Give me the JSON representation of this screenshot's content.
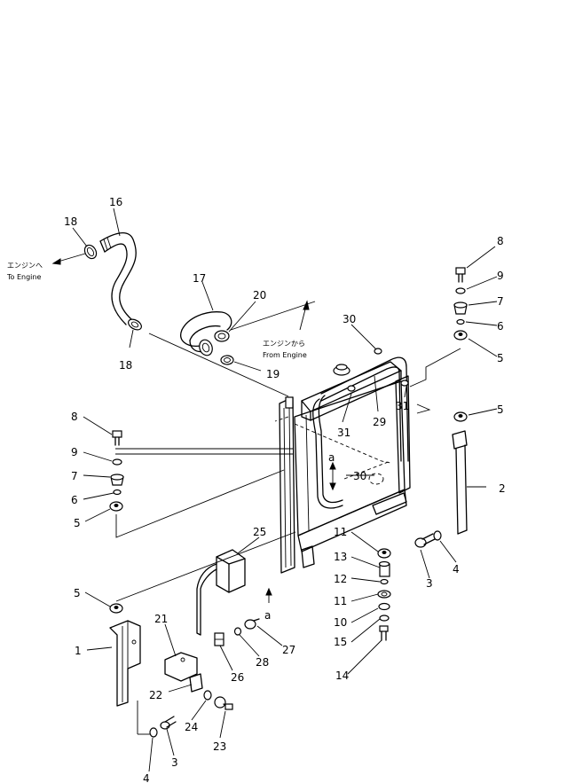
{
  "parts": [
    {
      "id": "p16",
      "text": "16"
    },
    {
      "id": "p18a",
      "text": "18"
    },
    {
      "id": "p18b",
      "text": "18"
    },
    {
      "id": "p17",
      "text": "17"
    },
    {
      "id": "p20",
      "text": "20"
    },
    {
      "id": "p19",
      "text": "19"
    },
    {
      "id": "p30a",
      "text": "30"
    },
    {
      "id": "p31a",
      "text": "31"
    },
    {
      "id": "p29",
      "text": "29"
    },
    {
      "id": "p31b",
      "text": "31"
    },
    {
      "id": "p30b",
      "text": "30"
    },
    {
      "id": "p8r",
      "text": "8"
    },
    {
      "id": "p9r",
      "text": "9"
    },
    {
      "id": "p7r",
      "text": "7"
    },
    {
      "id": "p6r",
      "text": "6"
    },
    {
      "id": "p5r1",
      "text": "5"
    },
    {
      "id": "p5r2",
      "text": "5"
    },
    {
      "id": "p2",
      "text": "2"
    },
    {
      "id": "p4r",
      "text": "4"
    },
    {
      "id": "p3r",
      "text": "3"
    },
    {
      "id": "p8l",
      "text": "8"
    },
    {
      "id": "p9l",
      "text": "9"
    },
    {
      "id": "p7l",
      "text": "7"
    },
    {
      "id": "p6l",
      "text": "6"
    },
    {
      "id": "p5l1",
      "text": "5"
    },
    {
      "id": "p5l2",
      "text": "5"
    },
    {
      "id": "p1",
      "text": "1"
    },
    {
      "id": "p21",
      "text": "21"
    },
    {
      "id": "p22",
      "text": "22"
    },
    {
      "id": "p24",
      "text": "24"
    },
    {
      "id": "p23",
      "text": "23"
    },
    {
      "id": "p4l",
      "text": "4"
    },
    {
      "id": "p3l",
      "text": "3"
    },
    {
      "id": "p25",
      "text": "25"
    },
    {
      "id": "p26",
      "text": "26"
    },
    {
      "id": "p28",
      "text": "28"
    },
    {
      "id": "p27",
      "text": "27"
    },
    {
      "id": "p11a",
      "text": "11"
    },
    {
      "id": "p13",
      "text": "13"
    },
    {
      "id": "p12",
      "text": "12"
    },
    {
      "id": "p11b",
      "text": "11"
    },
    {
      "id": "p10",
      "text": "10"
    },
    {
      "id": "p15",
      "text": "15"
    },
    {
      "id": "p14",
      "text": "14"
    }
  ],
  "markers": {
    "a1": "a",
    "a2": "a"
  },
  "notes": {
    "to_engine_jp": "エンジンへ",
    "to_engine_en": "To Engine",
    "from_engine_jp": "エンジンから",
    "from_engine_en": "From Engine"
  }
}
